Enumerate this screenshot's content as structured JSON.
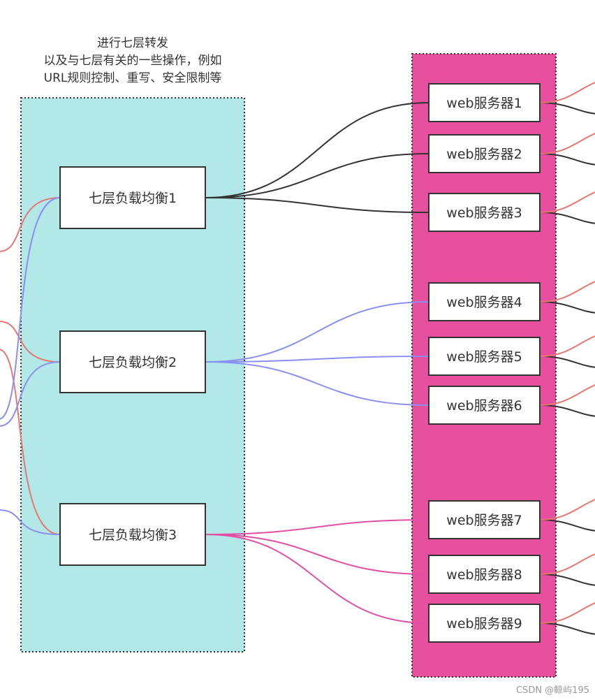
{
  "caption": {
    "lines": [
      "进行七层转发",
      "以及与七层有关的一些操作，例如",
      "URL规则控制、重写、安全限制等"
    ]
  },
  "load_balancers": [
    {
      "label": "七层负载均衡1"
    },
    {
      "label": "七层负载均衡2"
    },
    {
      "label": "七层负载均衡3"
    }
  ],
  "servers": [
    {
      "label": "web服务器1",
      "lb": 0
    },
    {
      "label": "web服务器2",
      "lb": 0
    },
    {
      "label": "web服务器3",
      "lb": 0
    },
    {
      "label": "web服务器4",
      "lb": 1
    },
    {
      "label": "web服务器5",
      "lb": 1
    },
    {
      "label": "web服务器6",
      "lb": 1
    },
    {
      "label": "web服务器7",
      "lb": 2
    },
    {
      "label": "web服务器8",
      "lb": 2
    },
    {
      "label": "web服务器9",
      "lb": 2
    }
  ],
  "colors": {
    "lb_zone_fill": "#b3e8e8",
    "server_zone_fill": "#e74f9f",
    "node_stroke": "#333333",
    "link_lb1": "#333333",
    "link_lb2": "#8a8ff0",
    "link_lb3": "#e24fa5",
    "link_left_red": "#e77770",
    "link_left_blue": "#8a8ff0",
    "link_right_red": "#e77770",
    "link_right_dark": "#333333"
  },
  "watermark": "CSDN @鲸屿195"
}
